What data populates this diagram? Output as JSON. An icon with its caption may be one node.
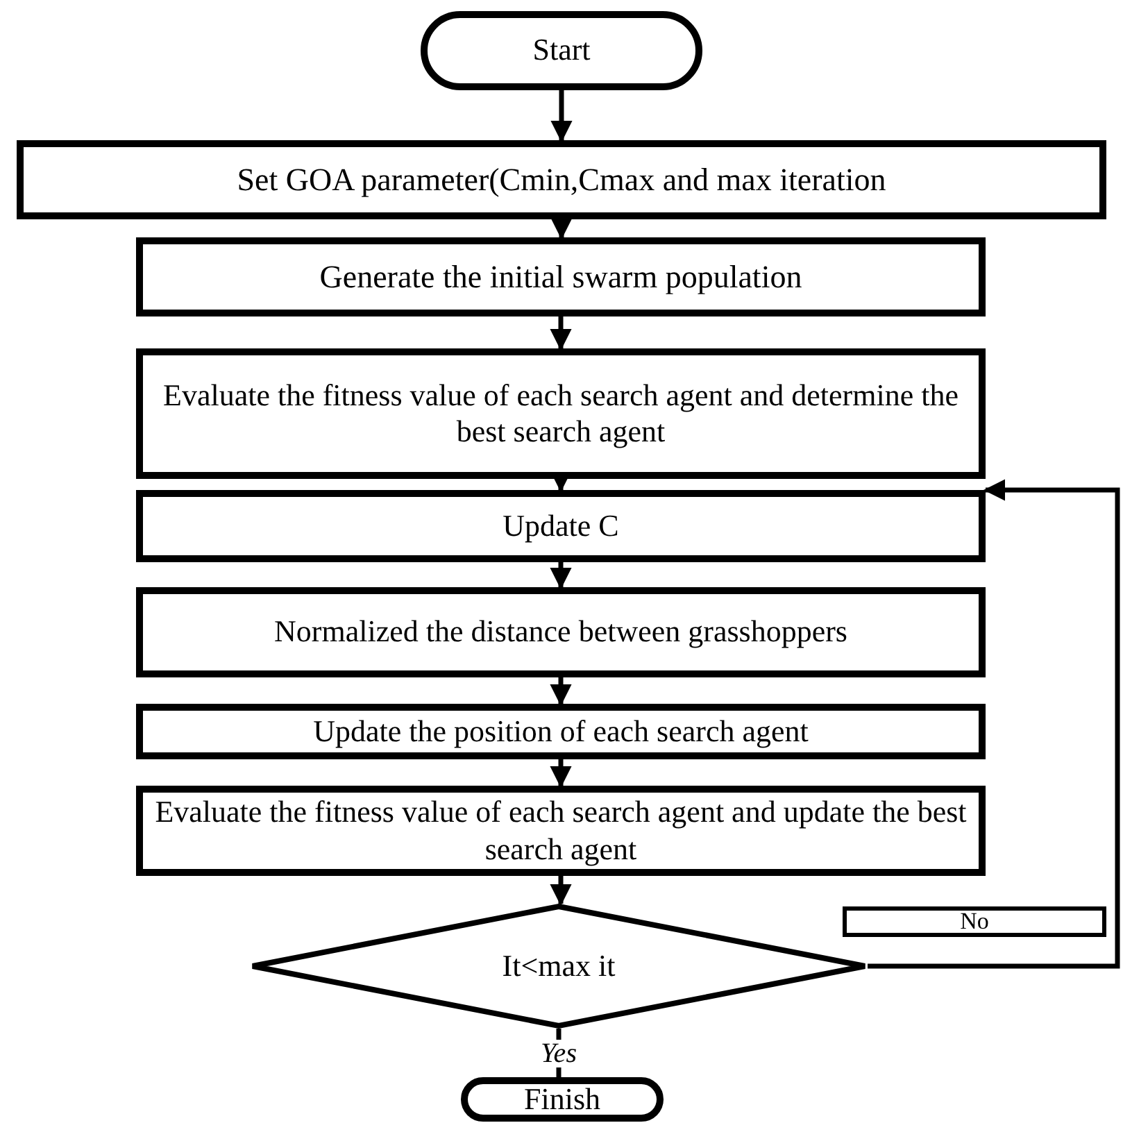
{
  "diagram": {
    "nodes": [
      {
        "text": [
          "Start"
        ]
      },
      {
        "text": [
          "Set GOA parameter(Cmin,Cmax and max iteration"
        ]
      },
      {
        "text": [
          "Generate the initial swarm population"
        ]
      },
      {
        "text": [
          "Evaluate the fitness value of each search agent and determine the best search agent"
        ]
      },
      {
        "text": [
          "Update C"
        ]
      },
      {
        "text": [
          "Normalized the distance between grasshoppers"
        ]
      },
      {
        "text": [
          "Update the position of each search agent"
        ]
      },
      {
        "text": [
          "Evaluate the fitness value of each search agent and update the best search agent"
        ]
      },
      {
        "text": [
          "It<max it"
        ]
      },
      {
        "text": [
          "Finish"
        ]
      }
    ],
    "edges": [
      {
        "from": 0,
        "to": 1,
        "arrow": "to"
      },
      {
        "from": 1,
        "to": 2,
        "arrow": "to"
      },
      {
        "from": 2,
        "to": 3,
        "arrow": "to"
      },
      {
        "from": 3,
        "to": 4,
        "arrow": "to"
      },
      {
        "from": 4,
        "to": 5,
        "arrow": "to"
      },
      {
        "from": 5,
        "to": 6,
        "arrow": "to"
      },
      {
        "from": 6,
        "to": 7,
        "arrow": "to"
      },
      {
        "from": 7,
        "to": 8,
        "arrow": "to"
      },
      {
        "from": 8,
        "to": 4,
        "arrow": "to",
        "label": "No"
      },
      {
        "from": 8,
        "to": 9,
        "arrow": "none",
        "label": "Yes"
      }
    ]
  }
}
